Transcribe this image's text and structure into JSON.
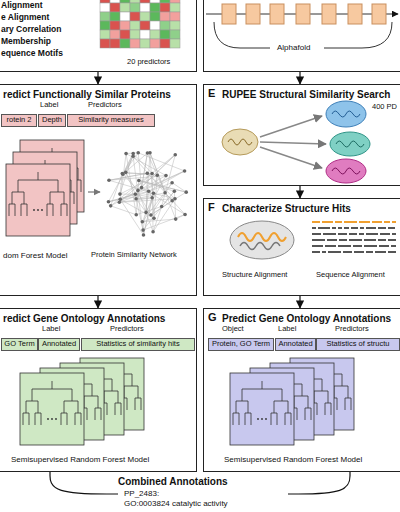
{
  "diagram": {
    "nodes": [
      {
        "text": [
          "Alignment",
          "e Alignment",
          "ary Correlation",
          "Membership",
          "equence Motifs",
          "20 predictors"
        ]
      },
      {
        "text": [
          "Alphafold"
        ]
      },
      {
        "text": [
          "redict Functionally Similar Proteins",
          "dom Forest Model",
          "Protein Similarity Network"
        ]
      },
      {
        "text": [
          "rotein 2"
        ],
        "in": 2
      },
      {
        "text": [
          "Depth"
        ],
        "in": 2
      },
      {
        "text": [
          "Similarity measures"
        ],
        "in": 2
      },
      {
        "text": [
          "redict Gene Ontology Annotations",
          "Semisupervised Random Forest Model"
        ]
      },
      {
        "text": [
          "GO Term"
        ],
        "in": 6
      },
      {
        "text": [
          "Annotated"
        ],
        "in": 6
      },
      {
        "text": [
          "Statistics of similarity hits"
        ],
        "in": 6
      },
      {
        "text": [
          "E",
          "RUPEE Structural Similarity Search",
          "400 PD"
        ]
      },
      {
        "text": [
          "F",
          "Characterize Structure Hits",
          "Structure Alignment",
          "Sequence Alignment"
        ]
      },
      {
        "text": [
          "G",
          "Predict Gene Ontology Annotations",
          "Semisupervised Random Forest Model"
        ]
      },
      {
        "text": [
          "Protein, GO Term"
        ],
        "in": 12
      },
      {
        "text": [
          "Annotated"
        ],
        "in": 12
      },
      {
        "text": [
          "Statistics of structu"
        ],
        "in": 12
      },
      {
        "text": [
          "Combined Annotations",
          "PP_2483:",
          "GO:0003824 catalytic activity"
        ]
      }
    ],
    "edges": [
      {
        "from": 0,
        "to": 2,
        "arrow": "to"
      },
      {
        "from": 2,
        "to": 6,
        "arrow": "to"
      },
      {
        "from": 1,
        "to": 10,
        "arrow": "to"
      },
      {
        "from": 10,
        "to": 11,
        "arrow": "to"
      },
      {
        "from": 11,
        "to": 12,
        "arrow": "to"
      },
      {
        "from": 6,
        "to": 16,
        "arrow": "none"
      },
      {
        "from": 12,
        "to": 16,
        "arrow": "none"
      }
    ],
    "labels": [
      "Label",
      "Predictors",
      "Label",
      "Predictors",
      "Object",
      "Label",
      "Predictors"
    ]
  }
}
